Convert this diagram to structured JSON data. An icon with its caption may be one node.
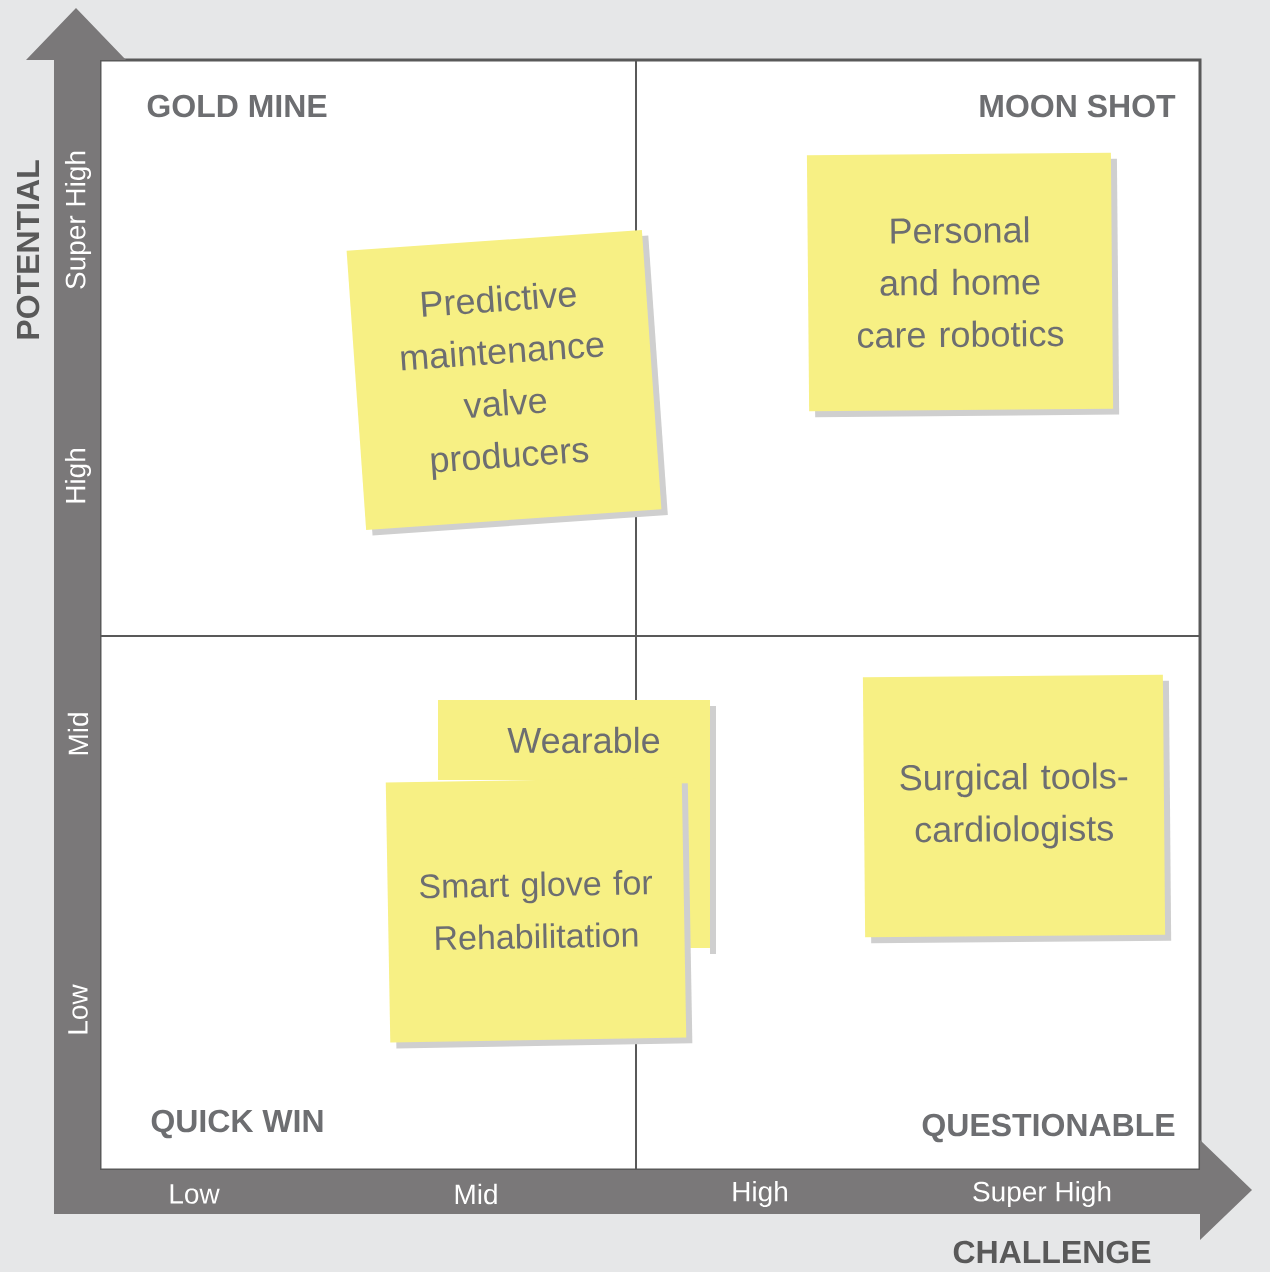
{
  "diagram": {
    "nodes": [
      {
        "text": [
          "Predictive maintenance valve producers"
        ]
      },
      {
        "text": [
          "Personal and home care robotics"
        ]
      },
      {
        "text": [
          "Wearable"
        ]
      },
      {
        "text": [
          "Smart glove for Rehabilitation"
        ]
      },
      {
        "text": [
          "Surgical tools-cardiologists"
        ]
      }
    ],
    "labels": [
      "POTENTIAL",
      "Super High",
      "High",
      "Mid",
      "Low",
      "GOLD MINE",
      "MOON SHOT",
      "QUICK WIN",
      "QUESTIONABLE",
      "Low",
      "Mid",
      "High",
      "Super High",
      "CHALLENGE"
    ]
  }
}
